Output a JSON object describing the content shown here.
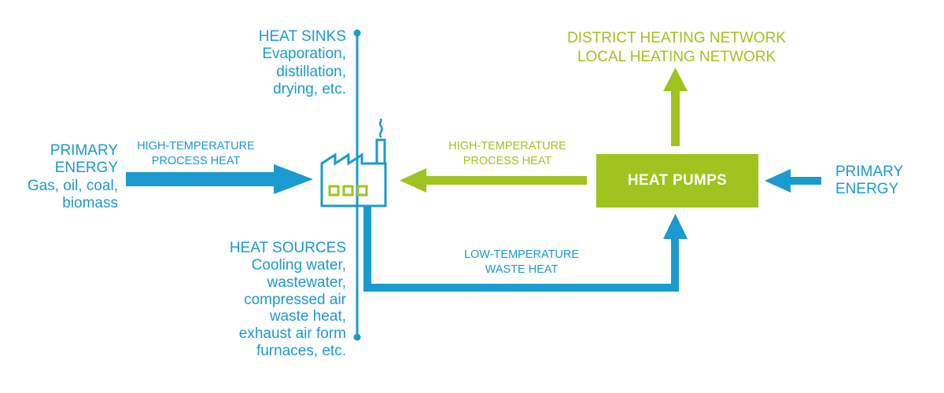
{
  "colors": {
    "blue": "#1b9ad0",
    "green": "#9fc31f",
    "white": "#ffffff"
  },
  "icons": {
    "factory": "factory-icon",
    "sink_end": "dot-endpoint-icon",
    "source_end": "dot-endpoint-icon"
  },
  "heat_sinks": {
    "title": "HEAT SINKS",
    "lines": [
      "Evaporation,",
      "distillation,",
      "drying, etc."
    ]
  },
  "heat_sources": {
    "title": "HEAT SOURCES",
    "lines": [
      "Cooling water,",
      "wastewater,",
      "compressed air",
      "waste heat,",
      "exhaust air form",
      "furnaces, etc."
    ]
  },
  "primary_energy_left": {
    "lines": [
      "PRIMARY",
      "ENERGY",
      "Gas, oil, coal,",
      "biomass"
    ]
  },
  "primary_energy_right": {
    "lines": [
      "PRIMARY",
      "ENERGY"
    ]
  },
  "high_temp_left": {
    "lines": [
      "HIGH-TEMPERATURE",
      "PROCESS HEAT"
    ]
  },
  "high_temp_right": {
    "lines": [
      "HIGH-TEMPERATURE",
      "PROCESS HEAT"
    ]
  },
  "low_temp": {
    "lines": [
      "LOW-TEMPERATURE",
      "WASTE HEAT"
    ]
  },
  "networks": {
    "lines": [
      "DISTRICT HEATING NETWORK",
      "LOCAL HEATING NETWORK"
    ]
  },
  "heat_pumps": {
    "label": "HEAT PUMPS"
  }
}
